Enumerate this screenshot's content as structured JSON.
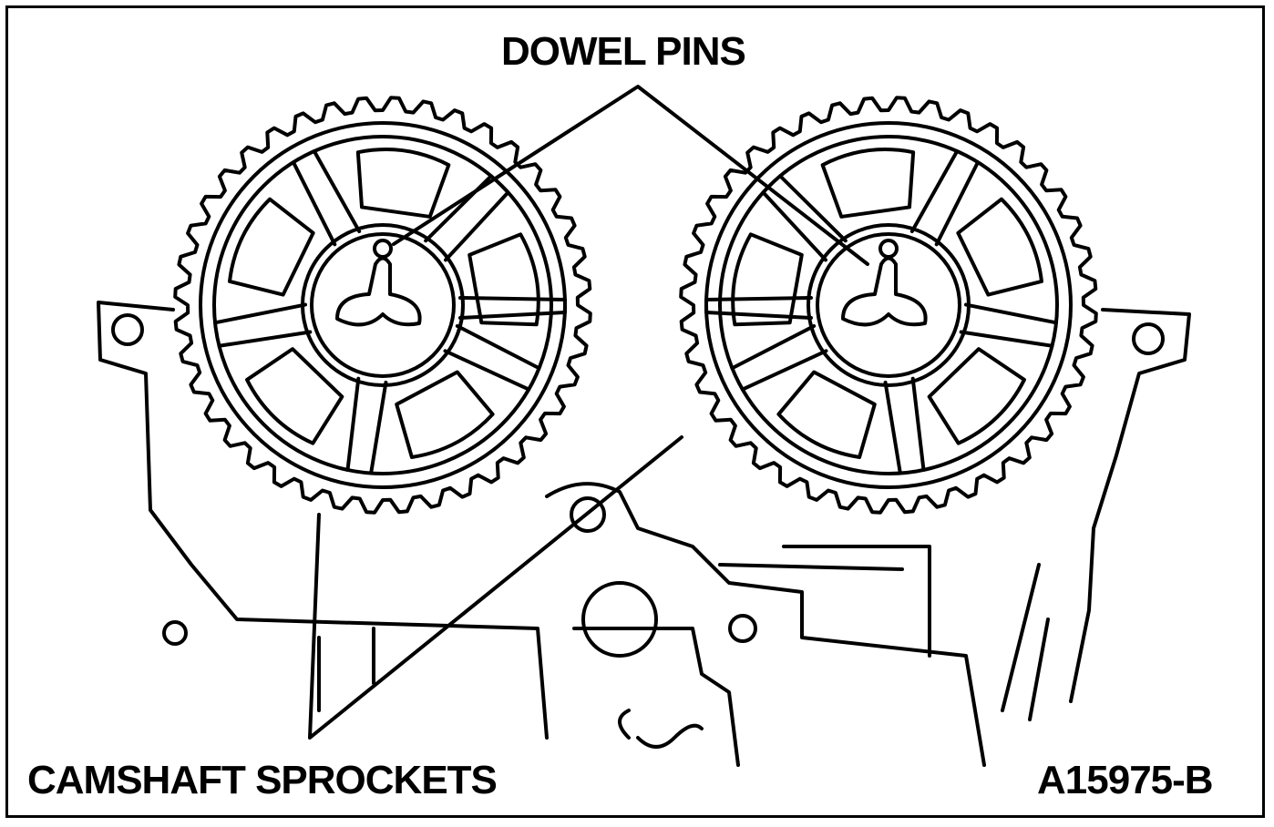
{
  "labels": {
    "dowel_pins": "DOWEL PINS",
    "camshaft_sprockets": "CAMSHAFT SPROCKETS",
    "figure_id": "A15975-B"
  },
  "colors": {
    "ink": "#000000",
    "paper": "#ffffff"
  }
}
